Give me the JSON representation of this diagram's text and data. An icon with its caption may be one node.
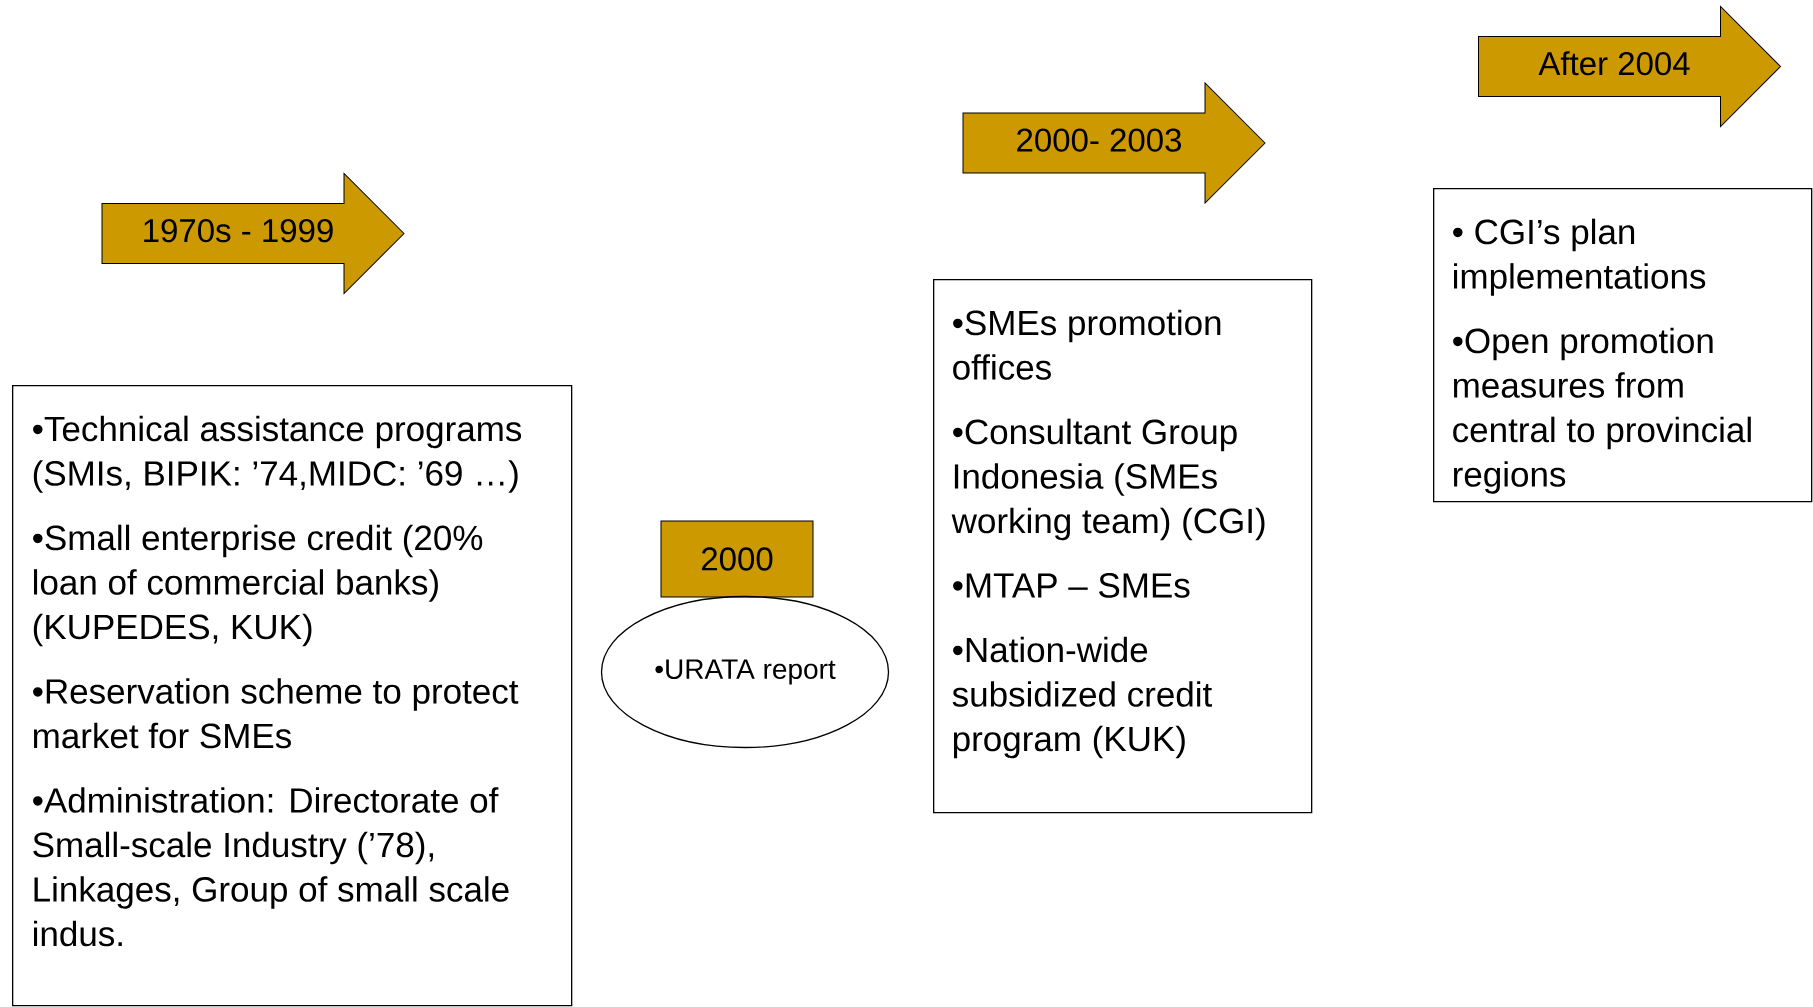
{
  "diagram": {
    "nodes": [
      {
        "text": [
          "1970s - 1999"
        ]
      },
      {
        "text": [
          "•Technical assistance programs (SMIs, BIPIK: ’74,MIDC: ’69 …)",
          "•Small enterprise credit (20% loan of commercial banks) (KUPEDES, KUK)",
          "•Reservation scheme to protect market for SMEs",
          "•Administration: Directorate of Small-scale Industry (’78), Linkages, Group of small scale indus."
        ]
      },
      {
        "text": [
          "2000"
        ]
      },
      {
        "text": [
          "•URATA report"
        ]
      },
      {
        "text": [
          "2000- 2003"
        ]
      },
      {
        "text": [
          "•SMEs promotion offices",
          "•Consultant Group Indonesia (SMEs working team) (CGI)",
          "•MTAP – SMEs",
          "•Nation-wide subsidized credit program (KUK)"
        ]
      },
      {
        "text": [
          "After 2004"
        ]
      },
      {
        "text": [
          "• CGI’s plan implementations",
          "•Open promotion measures from central to provincial regions"
        ]
      }
    ]
  }
}
